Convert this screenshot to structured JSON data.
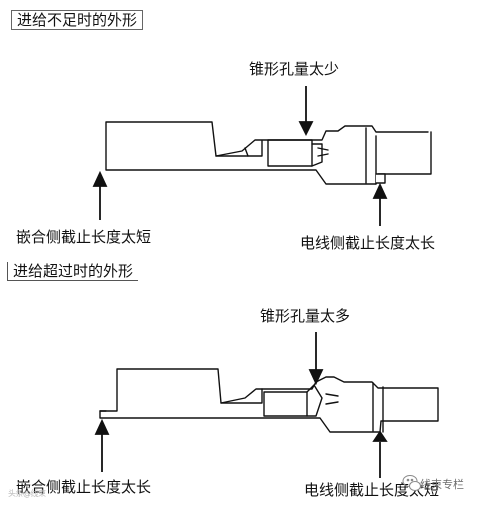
{
  "sections": [
    {
      "title": "进给不足时的外形",
      "labels": {
        "taper_hole": "锥形孔量太少",
        "mating_side": "嵌合侧截止长度太短",
        "wire_side": "电线侧截止长度太长"
      }
    },
    {
      "title": "进给超过时的外形",
      "labels": {
        "taper_hole": "锥形孔量太多",
        "mating_side": "嵌合侧截止长度太长",
        "wire_side": "电线侧截止长度太短"
      }
    }
  ],
  "watermarks": {
    "left": "头条@线束",
    "right": "线束专栏"
  }
}
